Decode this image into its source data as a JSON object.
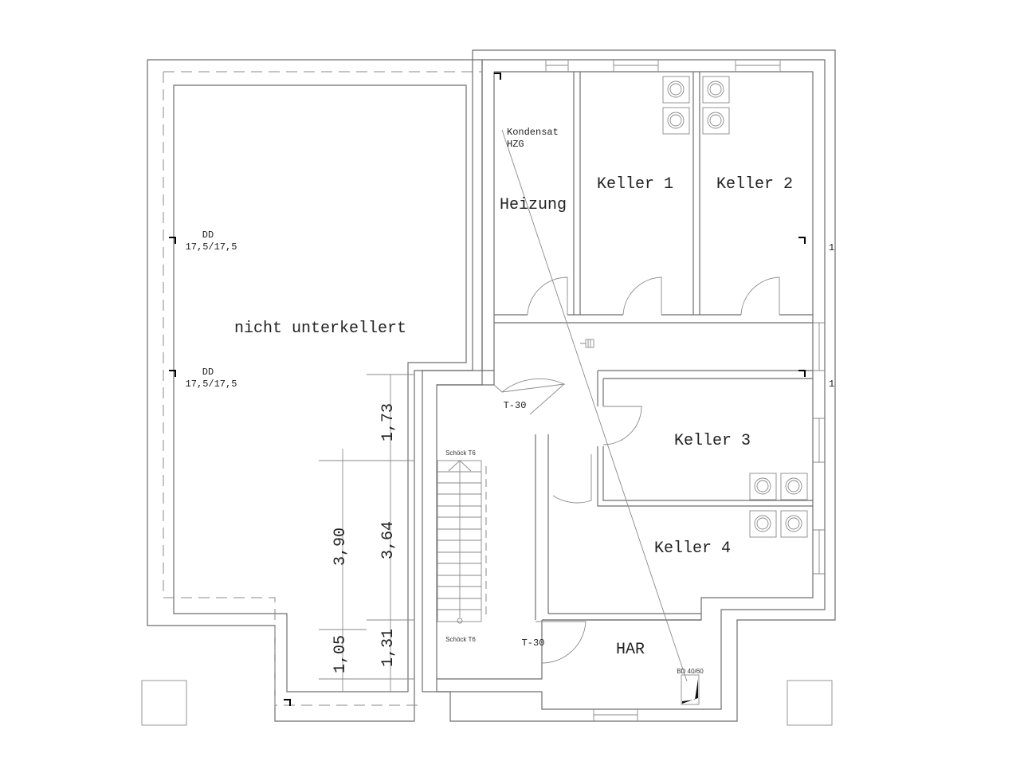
{
  "rooms": {
    "unbasemented": "nicht unterkellert",
    "heating": "Heizung",
    "cellar1": "Keller 1",
    "cellar2": "Keller 2",
    "cellar3": "Keller 3",
    "cellar4": "Keller 4",
    "har": "HAR"
  },
  "annotations": {
    "condensate_line1": "Kondensat",
    "condensate_line2": "HZG",
    "dd_top_1": "DD",
    "dd_top_2": "17,5/17,5",
    "dd_bottom_1": "DD",
    "dd_bottom_2": "17,5/17,5",
    "door_t30_upper": "T-30",
    "door_t30_lower": "T-30",
    "stair_top": "Schöck T6",
    "stair_bottom": "Schöck T6",
    "bd": "BD 40/60",
    "edge_mark_1": "1",
    "edge_mark_2": "1"
  },
  "dimensions": {
    "outer": [
      "3,90",
      "1,05"
    ],
    "inner": [
      "1,73",
      "3,64",
      "1,31"
    ]
  }
}
